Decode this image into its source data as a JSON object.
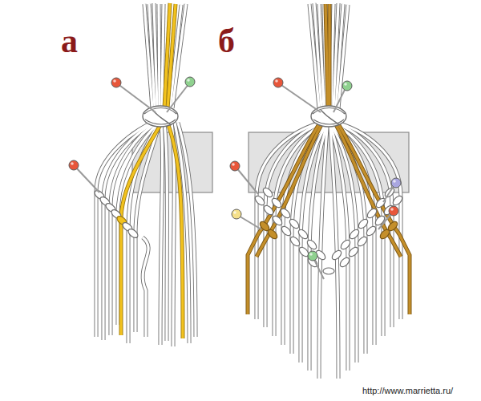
{
  "diagram": {
    "labels": [
      "а",
      "б",
      "http://www.marrietta.ru/"
    ]
  }
}
